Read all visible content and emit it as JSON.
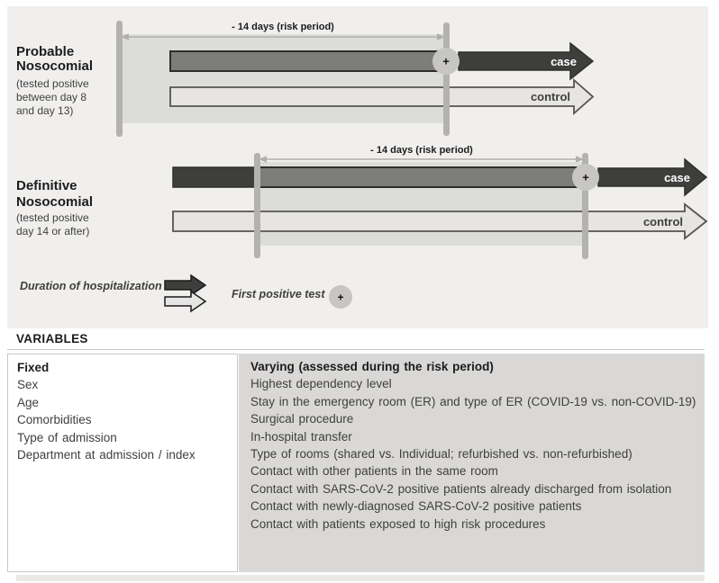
{
  "figure": {
    "probable": {
      "title1": "Probable",
      "title2": "Nosocomial",
      "sub": [
        "(tested positive",
        "between day 8",
        "and day 13)"
      ],
      "risk_label": "- 14 days (risk period)",
      "case_label": "case",
      "control_label": "control",
      "plus": "+"
    },
    "definitive": {
      "title1": "Definitive",
      "title2": "Nosocomial",
      "sub": [
        "(tested positive",
        "day 14 or after)"
      ],
      "risk_label": "- 14 days (risk period)",
      "case_label": "case",
      "control_label": "control",
      "plus": "+"
    },
    "legend": {
      "duration_label": "Duration of hospitalization",
      "first_positive_label": "First positive test",
      "plus": "+"
    }
  },
  "table": {
    "heading": "VARIABLES",
    "fixed": {
      "header": "Fixed",
      "items": [
        "Sex",
        "Age",
        "Comorbidities",
        "Type of admission",
        "Department at admission / index"
      ]
    },
    "varying": {
      "header": "Varying (assessed during the risk period)",
      "items": [
        "Highest dependency level",
        "Stay in the emergency room (ER) and type of ER (COVID-19 vs. non-COVID-19)",
        "Surgical procedure",
        "In-hospital transfer",
        "Type of rooms (shared vs. Individual; refurbished vs. non-refurbished)",
        "Contact with other patients in the same room",
        "Contact with SARS-CoV-2 positive patients already discharged from isolation",
        "Contact with newly-diagnosed SARS-CoV-2 positive patients",
        "Contact with patients exposed to high risk procedures"
      ]
    }
  },
  "colors": {
    "panel_bg": "#f0efee",
    "shading": "#dcdcdb",
    "vbar": "#b3b2b1",
    "case_dark": "#3e3e3d",
    "case_mid": "#7d7d7c",
    "case_stroke": "#2e2e2d",
    "control_fill": "#e6e5e4",
    "control_stroke": "#555453",
    "marker": "#c7c6c5",
    "thin_arrow": "#b0afae",
    "table_gray": "#d9d8d7",
    "rule": "#c9c8c7",
    "text_dark": "#1c1c1c",
    "text_mid": "#3f3f3e"
  }
}
